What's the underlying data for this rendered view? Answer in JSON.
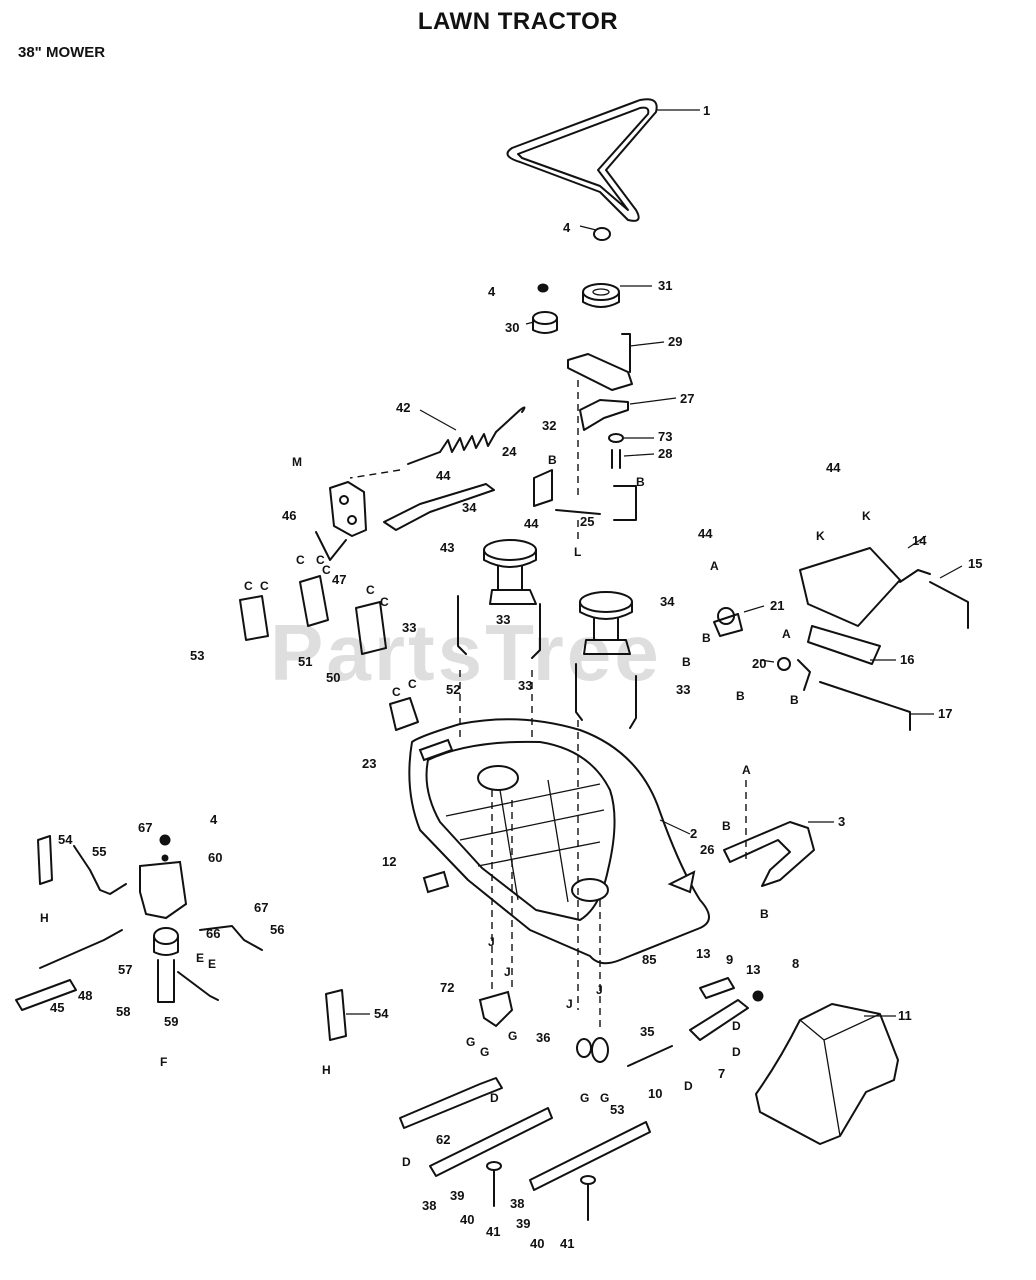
{
  "header": {
    "title": "LAWN TRACTOR",
    "subtitle": "38\" MOWER"
  },
  "watermark": "PartsTree",
  "callouts": [
    "1",
    "4",
    "4",
    "31",
    "30",
    "29",
    "27",
    "73",
    "28",
    "42",
    "32",
    "24",
    "25",
    "44",
    "44",
    "44",
    "34",
    "34",
    "43",
    "46",
    "47",
    "21",
    "44",
    "14",
    "15",
    "53",
    "51",
    "50",
    "33",
    "33",
    "33",
    "33",
    "20",
    "16",
    "17",
    "52",
    "23",
    "2",
    "3",
    "54",
    "55",
    "67",
    "4",
    "60",
    "12",
    "26",
    "67",
    "56",
    "66",
    "57",
    "48",
    "58",
    "59",
    "45",
    "72",
    "54",
    "13",
    "9",
    "13",
    "8",
    "11",
    "85",
    "36",
    "35",
    "10",
    "7",
    "53",
    "62",
    "38",
    "39",
    "40",
    "41",
    "38",
    "39",
    "40",
    "41"
  ],
  "refs": [
    "M",
    "B",
    "B",
    "L",
    "C",
    "C",
    "C",
    "C",
    "C",
    "C",
    "C",
    "C",
    "C",
    "K",
    "K",
    "A",
    "B",
    "B",
    "A",
    "B",
    "B",
    "A",
    "B",
    "B",
    "H",
    "E",
    "E",
    "F",
    "H",
    "J",
    "J",
    "J",
    "J",
    "G",
    "G",
    "G",
    "G",
    "G",
    "D",
    "D",
    "D",
    "D",
    "D"
  ],
  "colors": {
    "ink": "#111111",
    "paper": "#ffffff",
    "watermark": "#b8b8b8"
  }
}
